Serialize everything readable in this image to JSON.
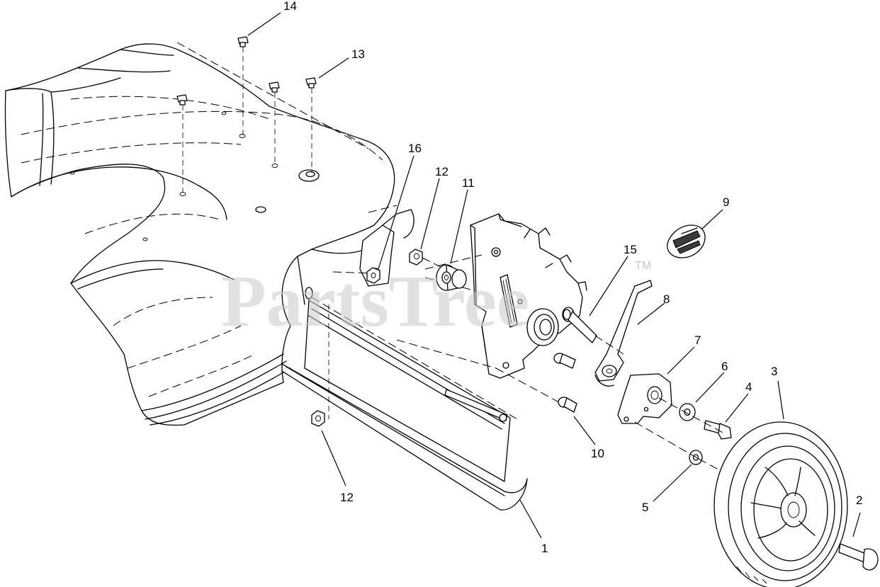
{
  "watermark": {
    "text": "PartsTree",
    "trademark": "TM"
  },
  "callouts": [
    {
      "id": "c14",
      "label": "14",
      "part": "plug-top"
    },
    {
      "id": "c13",
      "label": "13",
      "part": "plug-right"
    },
    {
      "id": "c16",
      "label": "16",
      "part": "nut-left"
    },
    {
      "id": "c12a",
      "label": "12",
      "part": "nut-upper"
    },
    {
      "id": "c11",
      "label": "11",
      "part": "bushing"
    },
    {
      "id": "c9",
      "label": "9",
      "part": "knob"
    },
    {
      "id": "c15",
      "label": "15",
      "part": "bolt-upper"
    },
    {
      "id": "c8",
      "label": "8",
      "part": "height-lever"
    },
    {
      "id": "c7",
      "label": "7",
      "part": "pivot-plate"
    },
    {
      "id": "c6",
      "label": "6",
      "part": "washer-large"
    },
    {
      "id": "c4",
      "label": "4",
      "part": "wheel-bolt"
    },
    {
      "id": "c3",
      "label": "3",
      "part": "wheel"
    },
    {
      "id": "c10",
      "label": "10",
      "part": "bolt-lower"
    },
    {
      "id": "c12b",
      "label": "12",
      "part": "nut-lower"
    },
    {
      "id": "c5",
      "label": "5",
      "part": "washer-small"
    },
    {
      "id": "c2",
      "label": "2",
      "part": "axle-bolt"
    },
    {
      "id": "c1",
      "label": "1",
      "part": "rear-shield"
    }
  ]
}
